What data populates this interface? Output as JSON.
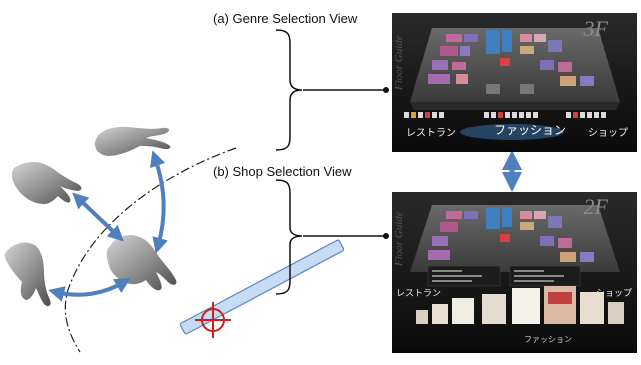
{
  "captions": {
    "genre_view": "(a) Genre Selection View",
    "shop_view": "(b) Shop Selection View"
  },
  "genre_screen": {
    "floor": "3F",
    "side_text": "Floor Guide",
    "categories": [
      "レストラン",
      "ファッション",
      "ショップ"
    ]
  },
  "shop_screen": {
    "floor": "2F",
    "side_text": "Floor Guide",
    "categories": [
      "レストラン",
      "ショップ"
    ],
    "bottom_label": "ファッション"
  },
  "colors": {
    "arrow_blue": "#4f7fbf",
    "crosshair_red": "#cc1f1f",
    "bar_fill": "#c7dbf5",
    "bar_stroke": "#5b86c5"
  }
}
